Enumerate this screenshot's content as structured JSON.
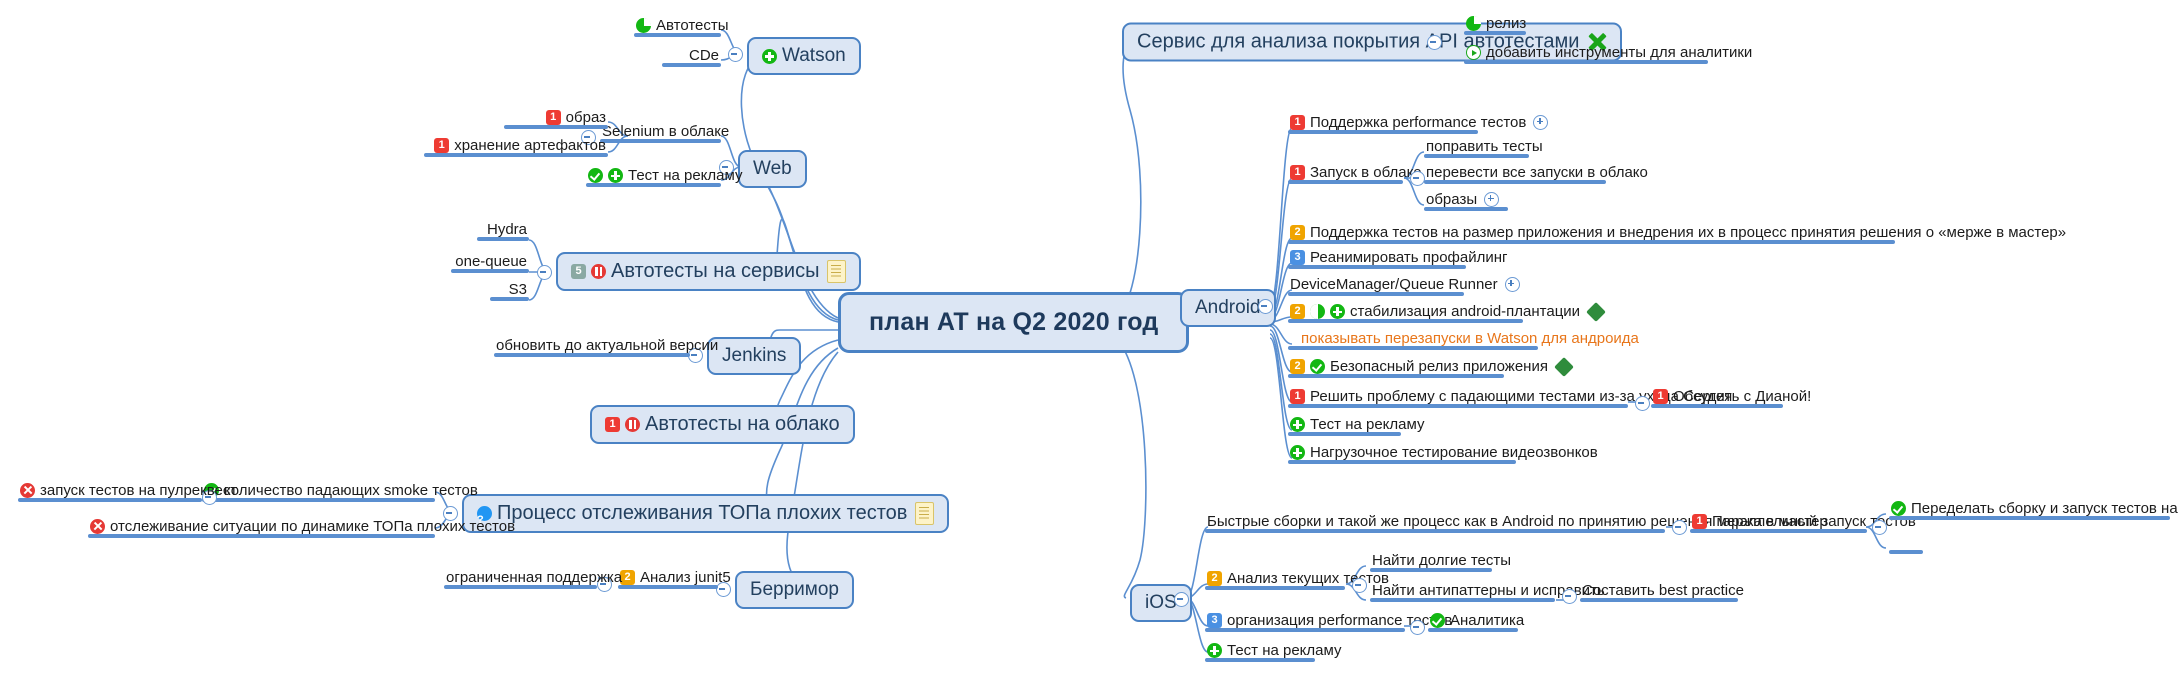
{
  "diagram": {
    "type": "mindmap",
    "root": {
      "label": "план AT на Q2 2020 год"
    }
  },
  "branches": {
    "watson": {
      "label": "Watson",
      "icon": "green-plus-icon",
      "children": [
        {
          "label": "Автотесты",
          "icon": "green-pie-icon"
        },
        {
          "label": "CDe",
          "icon": "none"
        }
      ]
    },
    "web": {
      "label": "Web",
      "children": [
        {
          "label": "Selenium в облаке",
          "icon": "none",
          "children": [
            {
              "label": "образ",
              "priority": "1"
            },
            {
              "label": "хранение артефактов",
              "priority": "1"
            }
          ]
        },
        {
          "label": "Тест на рекламу",
          "icon": "green-check-plus-icon"
        }
      ]
    },
    "services": {
      "label": "Автотесты на сервисы",
      "priority": "5",
      "icon": "red-pause-icon",
      "note": "note-icon",
      "children": [
        {
          "label": "Hydra"
        },
        {
          "label": "one-queue"
        },
        {
          "label": "S3"
        }
      ]
    },
    "jenkins": {
      "label": "Jenkins",
      "children": [
        {
          "label": "обновить до актуальной версии"
        }
      ]
    },
    "cloud": {
      "label": "Автотесты на облако",
      "priority": "1",
      "icon": "red-pause-icon"
    },
    "topbad": {
      "label": "Процесс отслеживания ТОПа плохих тестов",
      "icon": "blue-question-icon",
      "note": "note-icon",
      "children": [
        {
          "label": "количество падающих smoke тестов",
          "icon": "green-check-icon",
          "children": [
            {
              "label": "запуск тестов на пулреквест",
              "icon": "red-x-icon"
            }
          ]
        },
        {
          "label": "отслеживание ситуации по динамике ТОПа плохих тестов",
          "icon": "red-x-icon"
        }
      ]
    },
    "berrimor": {
      "label": "Берримор",
      "children": [
        {
          "label": "Анализ junit5",
          "priority": "2",
          "children": [
            {
              "label": "ограниченная поддержка"
            }
          ]
        }
      ]
    },
    "apiservice": {
      "label": "Сервис для анализа покрытия API автотестами",
      "icon": "green-cross-icon",
      "children": [
        {
          "label": "релиз",
          "icon": "green-pie-icon"
        },
        {
          "label": "добавить инструменты для аналитики",
          "icon": "green-outline-play-icon"
        }
      ]
    },
    "android": {
      "label": "Android",
      "children": [
        {
          "label": "Поддержка performance тестов",
          "priority": "1",
          "expand": "plus"
        },
        {
          "label": "Запуск в облаке",
          "priority": "1",
          "expand": "minus",
          "children": [
            {
              "label": "поправить тесты"
            },
            {
              "label": "перевести все запуски в облако"
            },
            {
              "label": "образы",
              "expand": "plus"
            }
          ]
        },
        {
          "label": "Поддержка тестов на размер приложения и внедрения их в процесс принятия решения о «мерже в мастер»",
          "priority": "2"
        },
        {
          "label": "Реанимировать профайлинг",
          "priority": "3"
        },
        {
          "label": "DeviceManager/Queue Runner",
          "expand": "plus"
        },
        {
          "label": "стабилизация android-плантации",
          "priority": "2",
          "icon": "half-circle-green-plus-icon",
          "flag": "green-diamond-icon"
        },
        {
          "label": "показывать перезапуски в Watson для андроида",
          "color": "#e8761b"
        },
        {
          "label": "Безопасный релиз приложения",
          "priority": "2",
          "icon": "green-check-icon",
          "flag": "green-diamond-icon"
        },
        {
          "label": "Решить проблему с падающими тестами из-за ухода Сергея",
          "priority": "1",
          "expand": "minus",
          "children": [
            {
              "label": "Обсудить с Дианой!",
              "priority": "1"
            }
          ]
        },
        {
          "label": "Тест на рекламу",
          "icon": "green-plus-icon"
        },
        {
          "label": "Нагрузочное тестирование видеозвонков",
          "icon": "green-plus-icon"
        }
      ]
    },
    "ios": {
      "label": "iOS",
      "children": [
        {
          "label": "Быстрые сборки и такой же процесс как в Android по принятию решения мержа в мастер",
          "expand": "minus",
          "children": [
            {
              "label": "Параллельный запуск тестов",
              "priority": "1",
              "expand": "minus",
              "children": [
                {
                  "label": "Переделать сборку и запуск тестов на FastLane",
                  "icon": "green-check-icon"
                },
                {
                  "label": ""
                }
              ]
            }
          ]
        },
        {
          "label": "Анализ текущих тестов",
          "priority": "2",
          "expand": "minus",
          "children": [
            {
              "label": "Найти долгие тесты"
            },
            {
              "label": "Найти антипаттерны и исправить",
              "expand": "minus",
              "children": [
                {
                  "label": "Составить best practice"
                }
              ]
            }
          ]
        },
        {
          "label": "организация performance тестов",
          "priority": "3",
          "expand": "minus",
          "children": [
            {
              "label": "Аналитика",
              "icon": "green-check-icon"
            }
          ]
        },
        {
          "label": "Тест на рекламу",
          "icon": "green-plus-icon"
        }
      ]
    }
  },
  "colors": {
    "node_fill": "#dce6f4",
    "node_border": "#4a82c4",
    "link": "#5b8fd0",
    "priority_1": "#ee3b33",
    "priority_2": "#f0a400",
    "priority_3": "#4a90e2",
    "priority_5": "#8aa9a3",
    "green": "#13b713",
    "orange_text": "#e8761b"
  }
}
